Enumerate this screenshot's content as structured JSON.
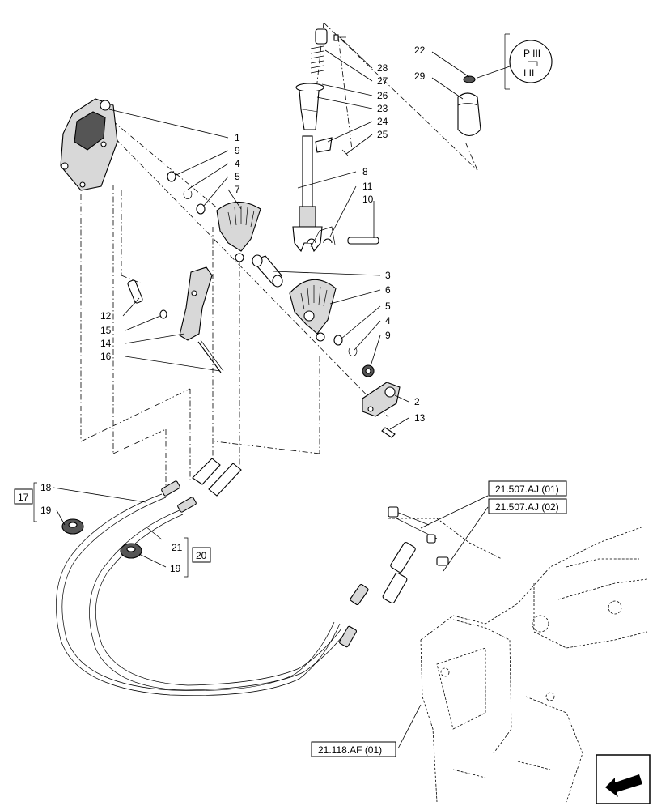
{
  "callouts": {
    "c1": "1",
    "c9a": "9",
    "c4a": "4",
    "c5a": "5",
    "c7": "7",
    "c8": "8",
    "c11": "11",
    "c10": "10",
    "c3": "3",
    "c6": "6",
    "c5b": "5",
    "c4b": "4",
    "c9b": "9",
    "c2": "2",
    "c13": "13",
    "c12": "12",
    "c15": "15",
    "c14": "14",
    "c16": "16",
    "c22": "22",
    "c29": "29",
    "c28": "28",
    "c27": "27",
    "c26": "26",
    "c23": "23",
    "c24": "24",
    "c25": "25",
    "c18": "18",
    "c19a": "19",
    "c21": "21",
    "c19b": "19"
  },
  "groups": {
    "g17": "17",
    "g20": "20"
  },
  "references": {
    "ref1": "21.507.AJ (01)",
    "ref2": "21.507.AJ (02)",
    "ref3": "21.118.AF (01)"
  },
  "knob_label": {
    "top": "P III",
    "bottom": "I II"
  },
  "icons": {
    "nav": "arrow-back-icon"
  }
}
